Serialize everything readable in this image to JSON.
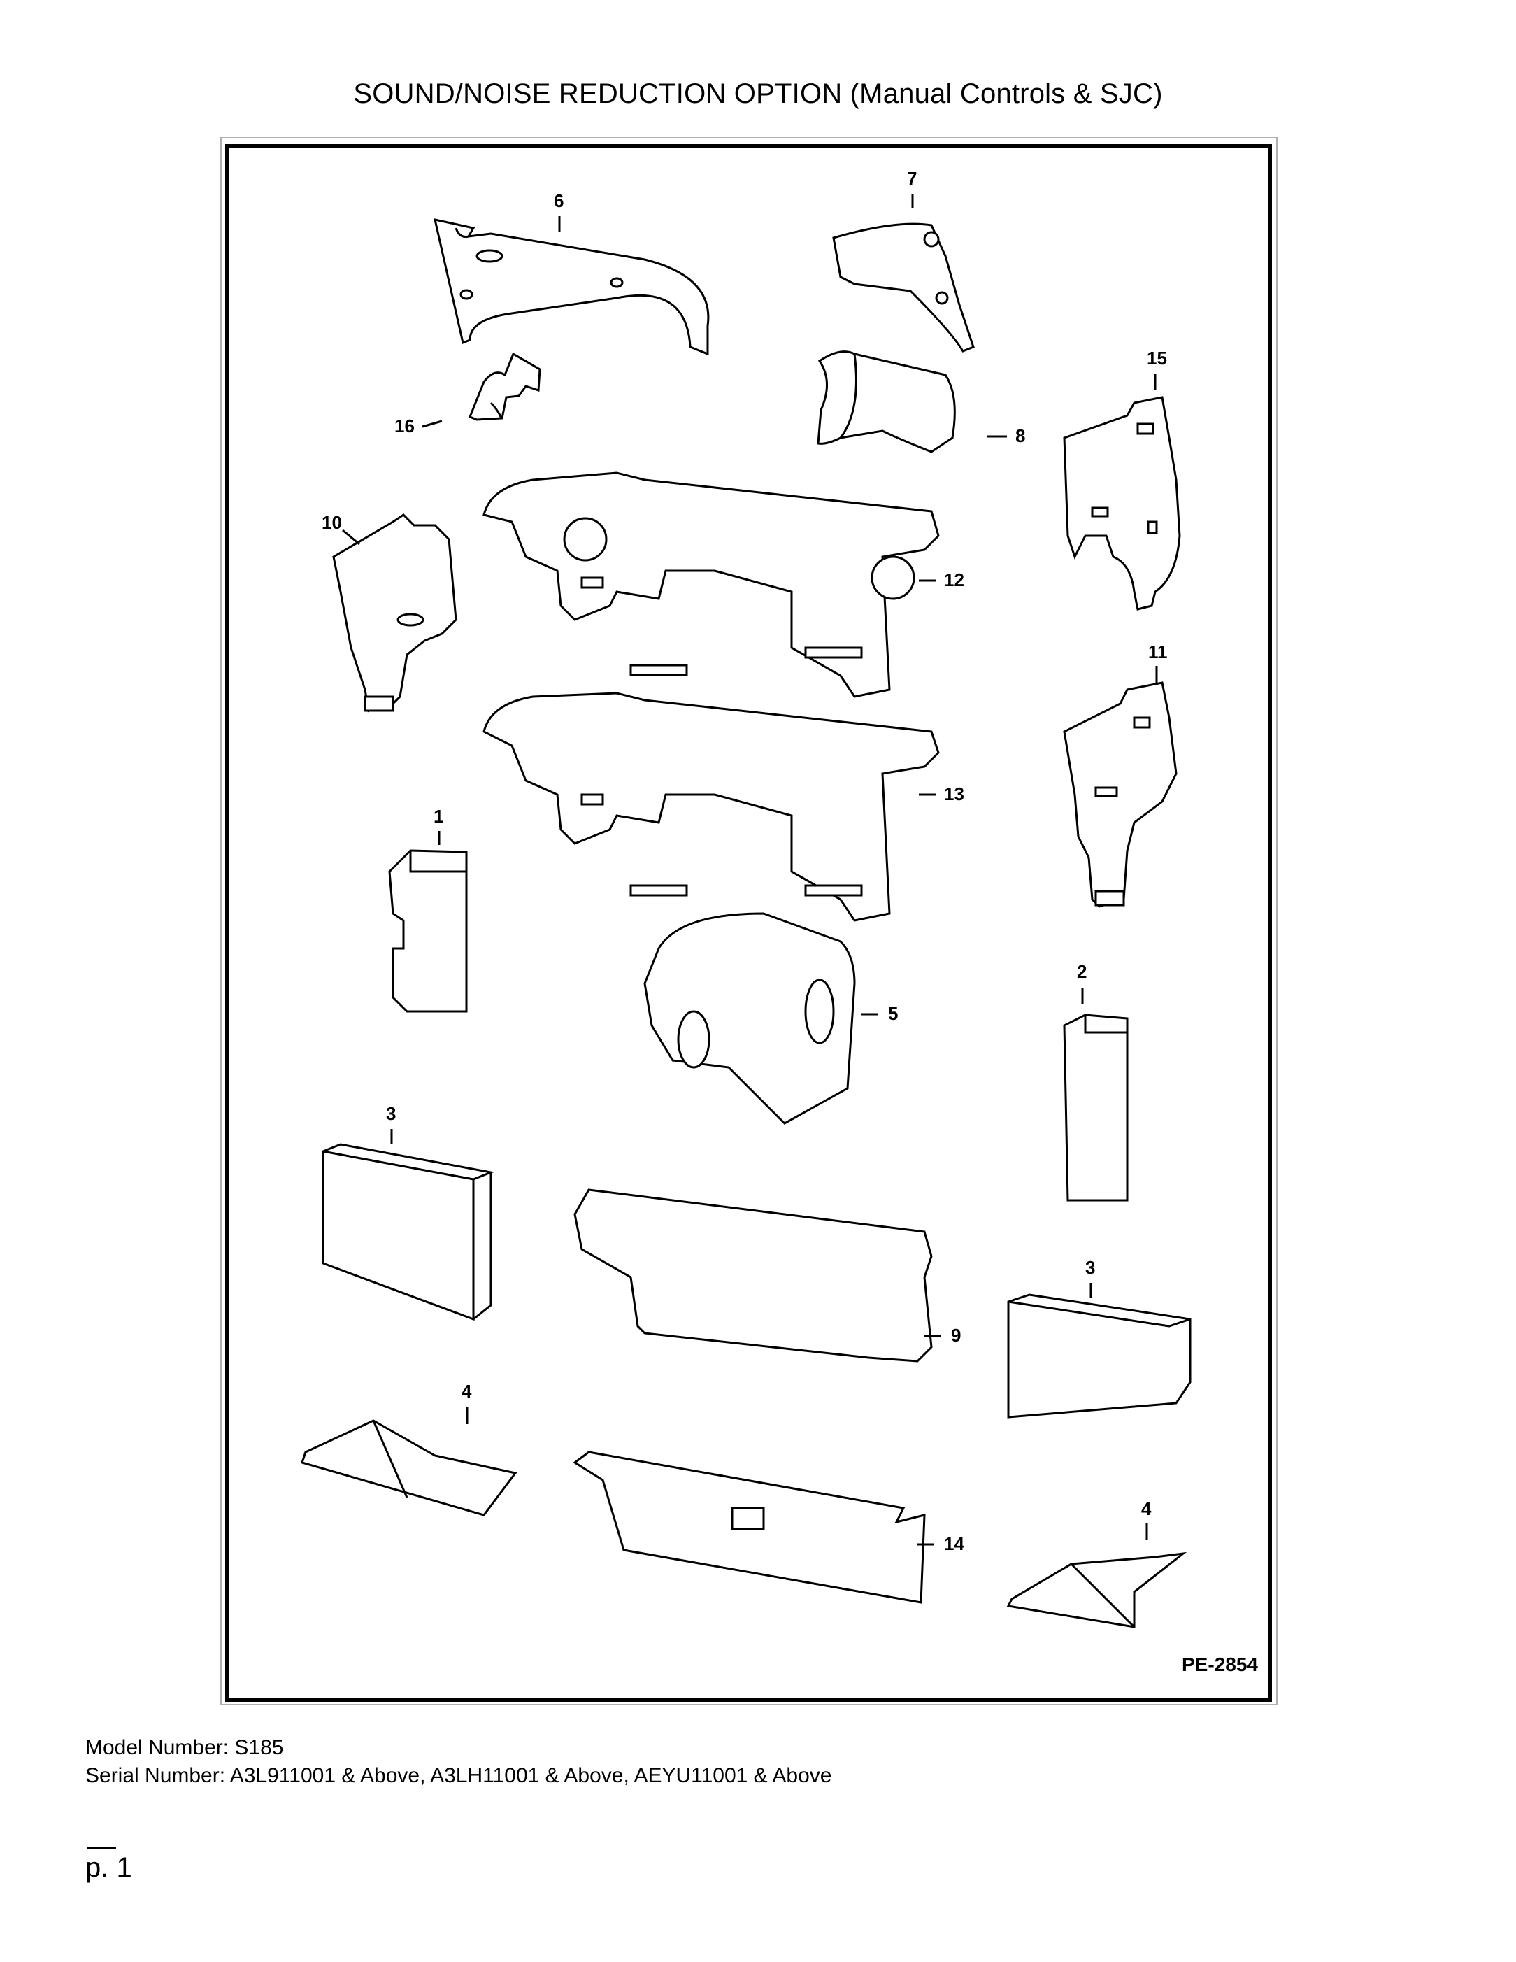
{
  "title": "SOUND/NOISE REDUCTION OPTION (Manual Controls & SJC)",
  "drawing_id": "PE-2854",
  "model_line": "Model Number: S185",
  "serial_line": "Serial Number: A3L911001 & Above, A3LH11001 & Above, AEYU11001 & Above",
  "page_label": "p. 1",
  "callouts": [
    "6",
    "7",
    "16",
    "8",
    "15",
    "10",
    "12",
    "11",
    "13",
    "1",
    "5",
    "2",
    "3",
    "9",
    "3",
    "4",
    "14",
    "4"
  ]
}
